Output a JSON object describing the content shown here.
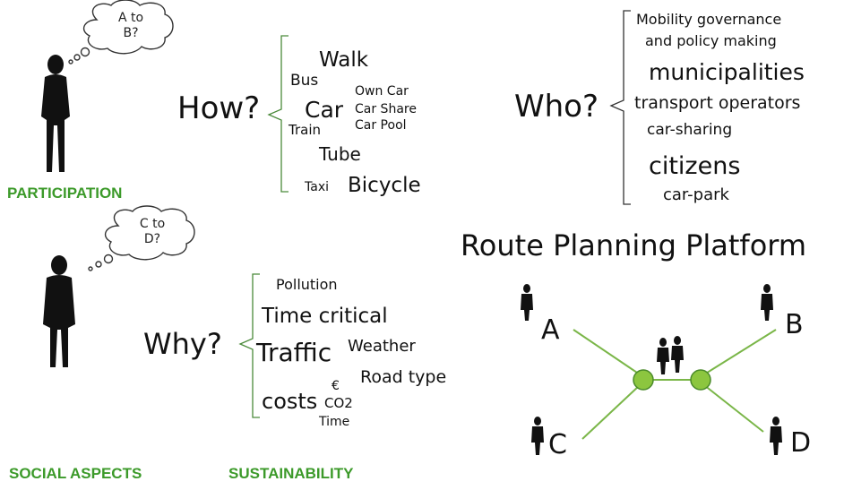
{
  "q1": {
    "bubble": [
      "A to",
      "B?"
    ],
    "question": "How?",
    "items": [
      "Walk",
      "Bus",
      "Own Car",
      "Car",
      "Car Share",
      "Car Pool",
      "Train",
      "Tube",
      "Taxi",
      "Bicycle"
    ]
  },
  "q2": {
    "question": "Who?",
    "items": [
      "Mobility governance",
      "and policy making",
      "municipalities",
      "transport operators",
      "car-sharing",
      "citizens",
      "car-park"
    ]
  },
  "q3": {
    "bubble": [
      "C to",
      "D?"
    ],
    "question": "Why?",
    "items": [
      "Pollution",
      "Time critical",
      "Traffic",
      "Weather",
      "Road type",
      "costs",
      "€",
      "CO2",
      "Time"
    ]
  },
  "platform": {
    "title": "Route Planning Platform",
    "nodes": [
      "A",
      "B",
      "C",
      "D"
    ]
  },
  "labels": {
    "participation": "PARTICIPATION",
    "social": "SOCIAL ASPECTS",
    "sustainability": "SUSTAINABILITY"
  },
  "colors": {
    "accent": "#3c9a2a",
    "node": "#8cc63f",
    "line": "#7ab648"
  }
}
